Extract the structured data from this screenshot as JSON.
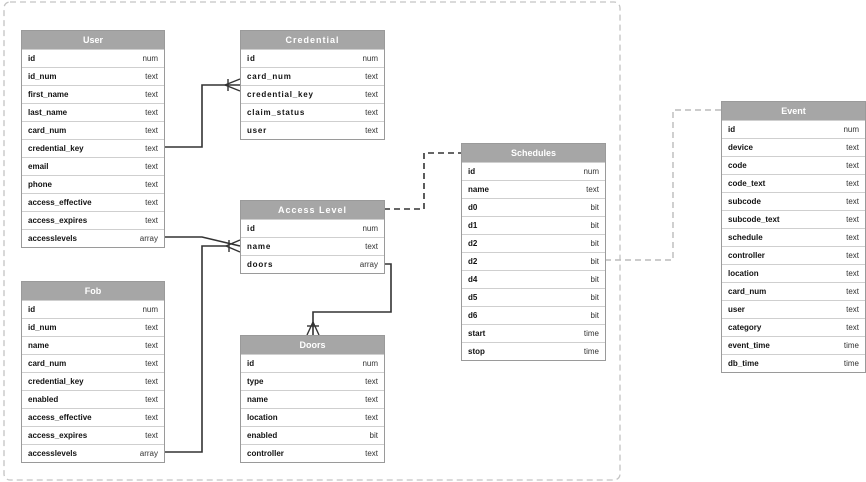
{
  "tables": {
    "user": {
      "title": "User",
      "fields": [
        {
          "name": "id",
          "type": "num"
        },
        {
          "name": "id_num",
          "type": "text"
        },
        {
          "name": "first_name",
          "type": "text"
        },
        {
          "name": "last_name",
          "type": "text"
        },
        {
          "name": "card_num",
          "type": "text"
        },
        {
          "name": "credential_key",
          "type": "text"
        },
        {
          "name": "email",
          "type": "text"
        },
        {
          "name": "phone",
          "type": "text"
        },
        {
          "name": "access_effective",
          "type": "text"
        },
        {
          "name": "access_expires",
          "type": "text"
        },
        {
          "name": "accesslevels",
          "type": "array"
        }
      ]
    },
    "credential": {
      "title": "Credential",
      "fields": [
        {
          "name": "id",
          "type": "num"
        },
        {
          "name": "card_num",
          "type": "text"
        },
        {
          "name": "credential_key",
          "type": "text"
        },
        {
          "name": "claim_status",
          "type": "text"
        },
        {
          "name": "user",
          "type": "text"
        }
      ]
    },
    "access_level": {
      "title": "Access Level",
      "fields": [
        {
          "name": "id",
          "type": "num"
        },
        {
          "name": "name",
          "type": "text"
        },
        {
          "name": "doors",
          "type": "array"
        }
      ]
    },
    "fob": {
      "title": "Fob",
      "fields": [
        {
          "name": "id",
          "type": "num"
        },
        {
          "name": "id_num",
          "type": "text"
        },
        {
          "name": "name",
          "type": "text"
        },
        {
          "name": "card_num",
          "type": "text"
        },
        {
          "name": "credential_key",
          "type": "text"
        },
        {
          "name": "enabled",
          "type": "text"
        },
        {
          "name": "access_effective",
          "type": "text"
        },
        {
          "name": "access_expires",
          "type": "text"
        },
        {
          "name": "accesslevels",
          "type": "array"
        }
      ]
    },
    "doors": {
      "title": "Doors",
      "fields": [
        {
          "name": "id",
          "type": "num"
        },
        {
          "name": "type",
          "type": "text"
        },
        {
          "name": "name",
          "type": "text"
        },
        {
          "name": "location",
          "type": "text"
        },
        {
          "name": "enabled",
          "type": "bit"
        },
        {
          "name": "controller",
          "type": "text"
        }
      ]
    },
    "schedules": {
      "title": "Schedules",
      "fields": [
        {
          "name": "id",
          "type": "num"
        },
        {
          "name": "name",
          "type": "text"
        },
        {
          "name": "d0",
          "type": "bit"
        },
        {
          "name": "d1",
          "type": "bit"
        },
        {
          "name": "d2",
          "type": "bit"
        },
        {
          "name": "d2",
          "type": "bit"
        },
        {
          "name": "d4",
          "type": "bit"
        },
        {
          "name": "d5",
          "type": "bit"
        },
        {
          "name": "d6",
          "type": "bit"
        },
        {
          "name": "start",
          "type": "time"
        },
        {
          "name": "stop",
          "type": "time"
        }
      ]
    },
    "event": {
      "title": "Event",
      "fields": [
        {
          "name": "id",
          "type": "num"
        },
        {
          "name": "device",
          "type": "text"
        },
        {
          "name": "code",
          "type": "text"
        },
        {
          "name": "code_text",
          "type": "text"
        },
        {
          "name": "subcode",
          "type": "text"
        },
        {
          "name": "subcode_text",
          "type": "text"
        },
        {
          "name": "schedule",
          "type": "text"
        },
        {
          "name": "controller",
          "type": "text"
        },
        {
          "name": "location",
          "type": "text"
        },
        {
          "name": "card_num",
          "type": "text"
        },
        {
          "name": "user",
          "type": "text"
        },
        {
          "name": "category",
          "type": "text"
        },
        {
          "name": "event_time",
          "type": "time"
        },
        {
          "name": "db_time",
          "type": "time"
        }
      ]
    }
  },
  "colors": {
    "header": "#a6a6a6",
    "line": "#333333",
    "dashed": "#bbbbbb"
  }
}
